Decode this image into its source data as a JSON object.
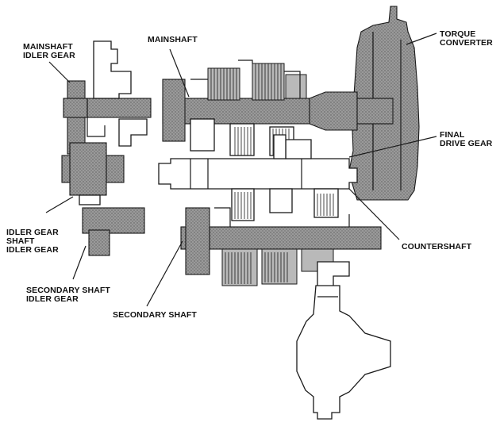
{
  "labels": {
    "mainshaft_idler_gear": [
      "MAINSHAFT",
      "IDLER GEAR"
    ],
    "mainshaft": [
      "MAINSHAFT"
    ],
    "torque_converter": [
      "TORQUE",
      "CONVERTER"
    ],
    "final_drive_gear": [
      "FINAL",
      "DRIVE GEAR"
    ],
    "idler_gear_shaft_idler_gear": [
      "IDLER GEAR",
      "SHAFT",
      "IDLER GEAR"
    ],
    "countershaft": [
      "COUNTERSHAFT"
    ],
    "secondary_shaft_idler_gear": [
      "SECONDARY SHAFT",
      "IDLER GEAR"
    ],
    "secondary_shaft": [
      "SECONDARY SHAFT"
    ]
  },
  "colors": {
    "shaded_component": "#8e8e8e",
    "outline": "#1a1a1a",
    "background": "#ffffff"
  }
}
